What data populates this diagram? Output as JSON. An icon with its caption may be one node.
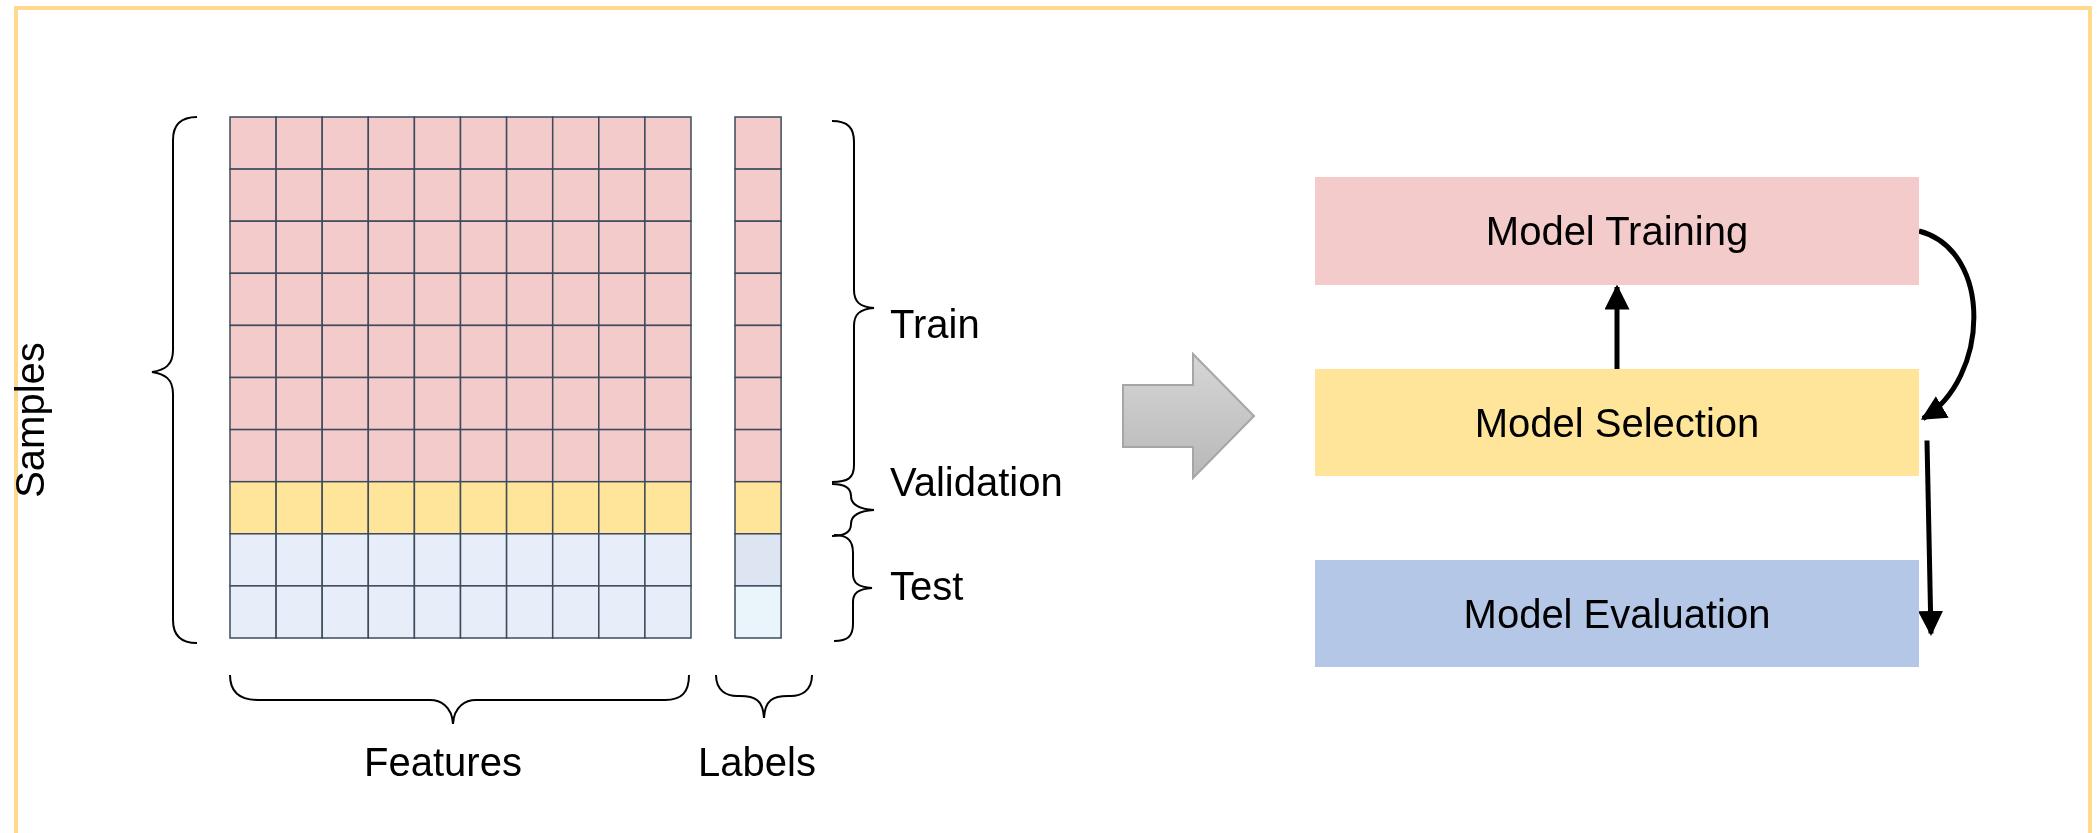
{
  "diagram": {
    "nodes": [
      {
        "text": [
          "Model Training"
        ]
      },
      {
        "text": [
          "Model Selection"
        ]
      },
      {
        "text": [
          "Model Evaluation"
        ]
      }
    ],
    "edges": [
      {
        "from": 1,
        "to": 0,
        "arrow": "to"
      },
      {
        "from": 0,
        "to": 1,
        "arrow": "to"
      },
      {
        "from": 1,
        "to": 2,
        "arrow": "to"
      }
    ],
    "labels": [
      "Samples",
      "Train",
      "Validation",
      "Test",
      "Features",
      "Labels"
    ]
  }
}
